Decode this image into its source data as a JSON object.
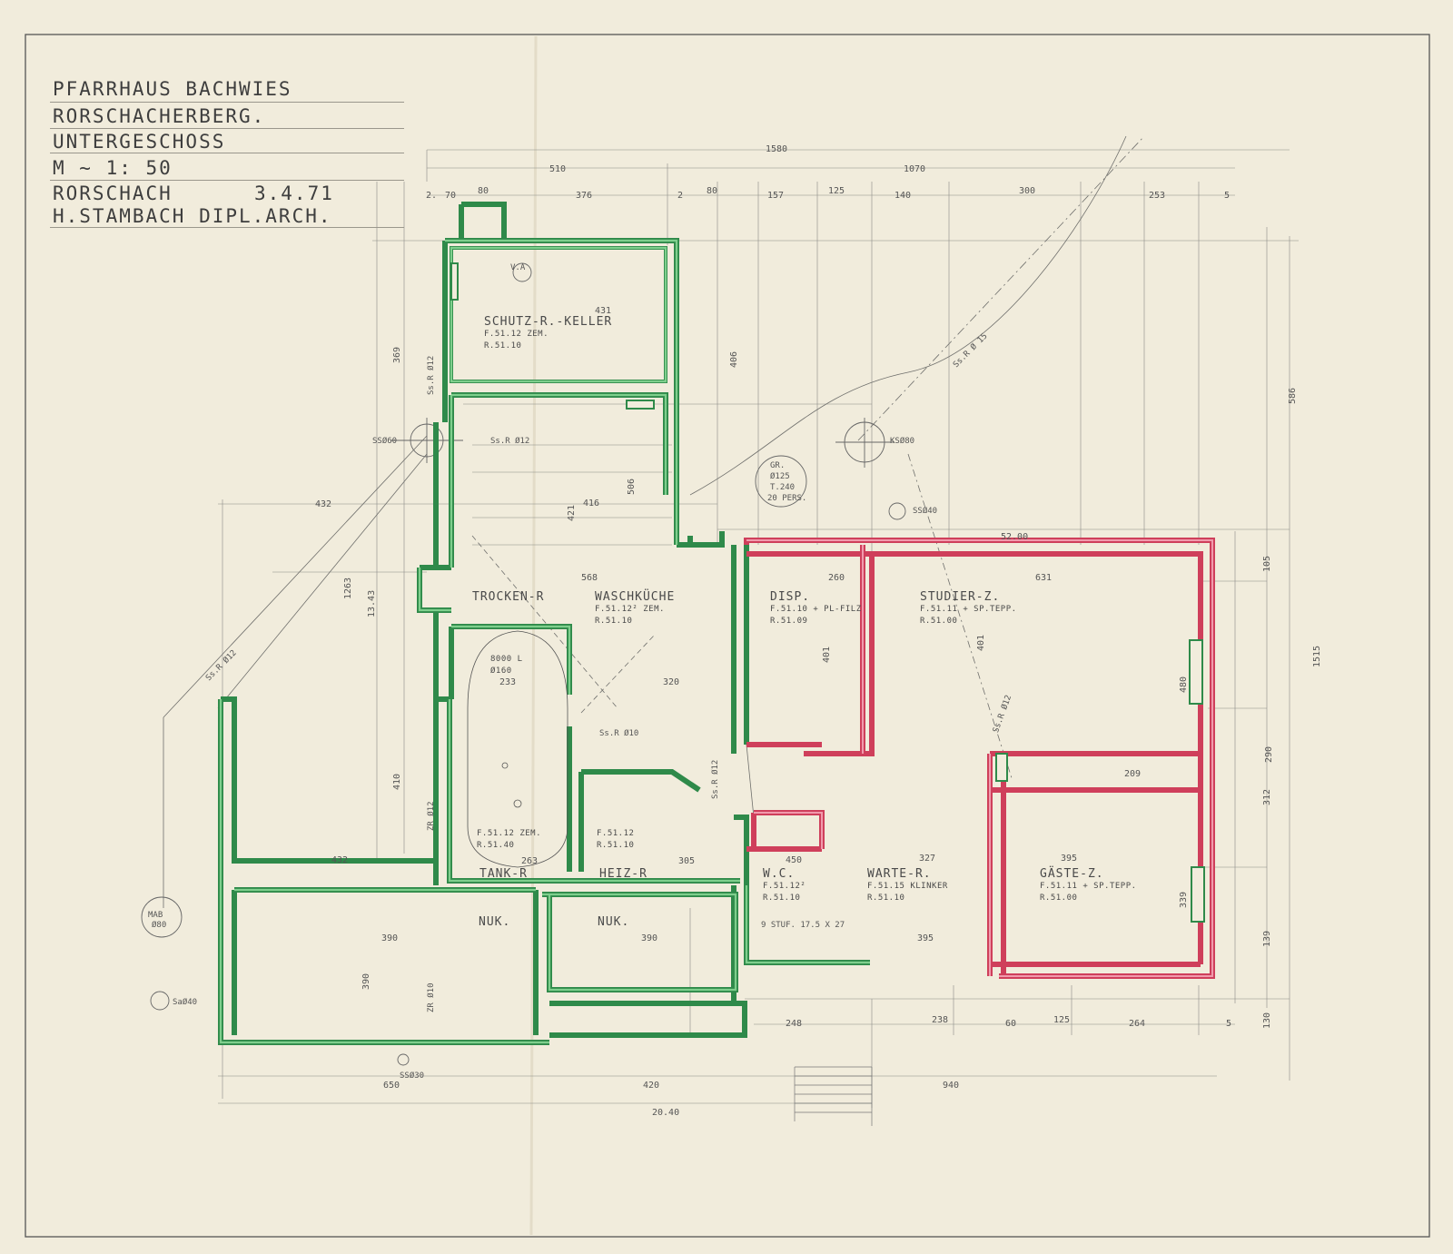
{
  "title_block": {
    "line1": "PFARRHAUS BACHWIES",
    "line2": "RORSCHACHERBERG.",
    "line3": "UNTERGESCHOSS",
    "line4": "M ~ 1: 50",
    "line5_place": "RORSCHACH",
    "line5_date": "3.4.71",
    "line6": "H.STAMBACH DIPL.ARCH."
  },
  "colors": {
    "paper": "#f1ecdc",
    "existing_wall": "#3c9a55",
    "new_wall": "#d6566d",
    "pencil": "#5a5a5a"
  },
  "rooms": {
    "schutz": {
      "name": "SCHUTZ-R.-KELLER",
      "spec1": "F.51.12 ZEM.",
      "spec2": "R.51.10"
    },
    "trocken": {
      "name": "TROCKEN-R"
    },
    "wasch": {
      "name": "WASCHKÜCHE",
      "spec1": "F.51.12² ZEM.",
      "spec2": "R.51.10"
    },
    "disp": {
      "name": "DISP.",
      "spec1": "F.51.10 + PL-FILZ",
      "spec2": "R.51.09"
    },
    "studier": {
      "name": "STUDIER-Z.",
      "spec1": "F.51.11 + SP.TEPP.",
      "spec2": "R.51.00"
    },
    "tank": {
      "name": "TANK-R",
      "note1": "8000 L",
      "note2": "Ø160",
      "spec1": "F.51.12 ZEM.",
      "spec2": "R.51.40"
    },
    "heiz": {
      "name": "HEIZ-R",
      "spec1": "F.51.12",
      "spec2": "R.51.10"
    },
    "wc": {
      "name": "W.C.",
      "spec1": "F.51.12²",
      "spec2": "R.51.10"
    },
    "warte": {
      "name": "WARTE-R.",
      "spec1": "F.51.15 KLINKER",
      "spec2": "R.51.10"
    },
    "gaeste": {
      "name": "GÄSTE-Z.",
      "spec1": "F.51.11 + SP.TEPP.",
      "spec2": "R.51.00"
    },
    "nuk1": {
      "name": "NUK."
    },
    "nuk2": {
      "name": "NUK."
    }
  },
  "annotations": {
    "va": "V.A",
    "gr1": "GR.",
    "gr2": "Ø125",
    "gr3": "T.240",
    "gr4": "20 PERS.",
    "stair": "9 STUF. 17.5 X 27",
    "ssr15": "Ss.R Ø 15",
    "ksr80": "KSØ80",
    "ss60": "SSØ60",
    "ss40": "SSØ40",
    "sr12a": "Ss.R Ø12",
    "sr12b": "Ss.R Ø12",
    "sr12c": "Ss.R Ø12",
    "sr12d": "Ss.R Ø12",
    "sr12e": "Ss.R Ø12",
    "zr12": "ZR Ø12",
    "zr10": "ZR Ø10",
    "mab": "MAB",
    "mab2": "Ø80",
    "sa40": "SaØ40",
    "ss30": "SSØ30",
    "sr10": "Ss.R Ø10"
  },
  "dimensions": {
    "overall_top": "1580",
    "top_a": "510",
    "top_b": "1070",
    "top_row": [
      "2.",
      "70",
      "80",
      "376",
      "2",
      "80",
      "157",
      "125",
      "140",
      "300",
      "253",
      "5"
    ],
    "bottom_1": "420",
    "bottom_2": "940",
    "bottom_total": "20.40",
    "bottom_650": "650",
    "bottom_row": [
      "248",
      "238",
      "60",
      "125",
      "264",
      "5"
    ],
    "left_432": "432",
    "left_432b": "432",
    "left_1263": "1263",
    "left_1343": "13.43",
    "left_410": "410",
    "right_586": "586",
    "right_1515": "1515",
    "right_290": "290",
    "right_312": "312",
    "right_139": "139",
    "right_130": "130",
    "right_105": "105",
    "in_431": "431",
    "in_421": "421",
    "in_416": "416",
    "in_568": "568",
    "in_320": "320",
    "in_233": "233",
    "in_401a": "401",
    "in_401b": "401",
    "in_260": "260",
    "in_631": "631",
    "in_480": "480",
    "in_395": "395",
    "in_327": "327",
    "in_305": "305",
    "in_263": "263",
    "in_390": "390",
    "in_390b": "390",
    "in_390c": "390",
    "in_395b": "395",
    "in_339": "339",
    "in_506": "506",
    "in_406": "406",
    "in_369": "369",
    "in_209": "209",
    "in_450": "450",
    "in_52": "52.00"
  }
}
